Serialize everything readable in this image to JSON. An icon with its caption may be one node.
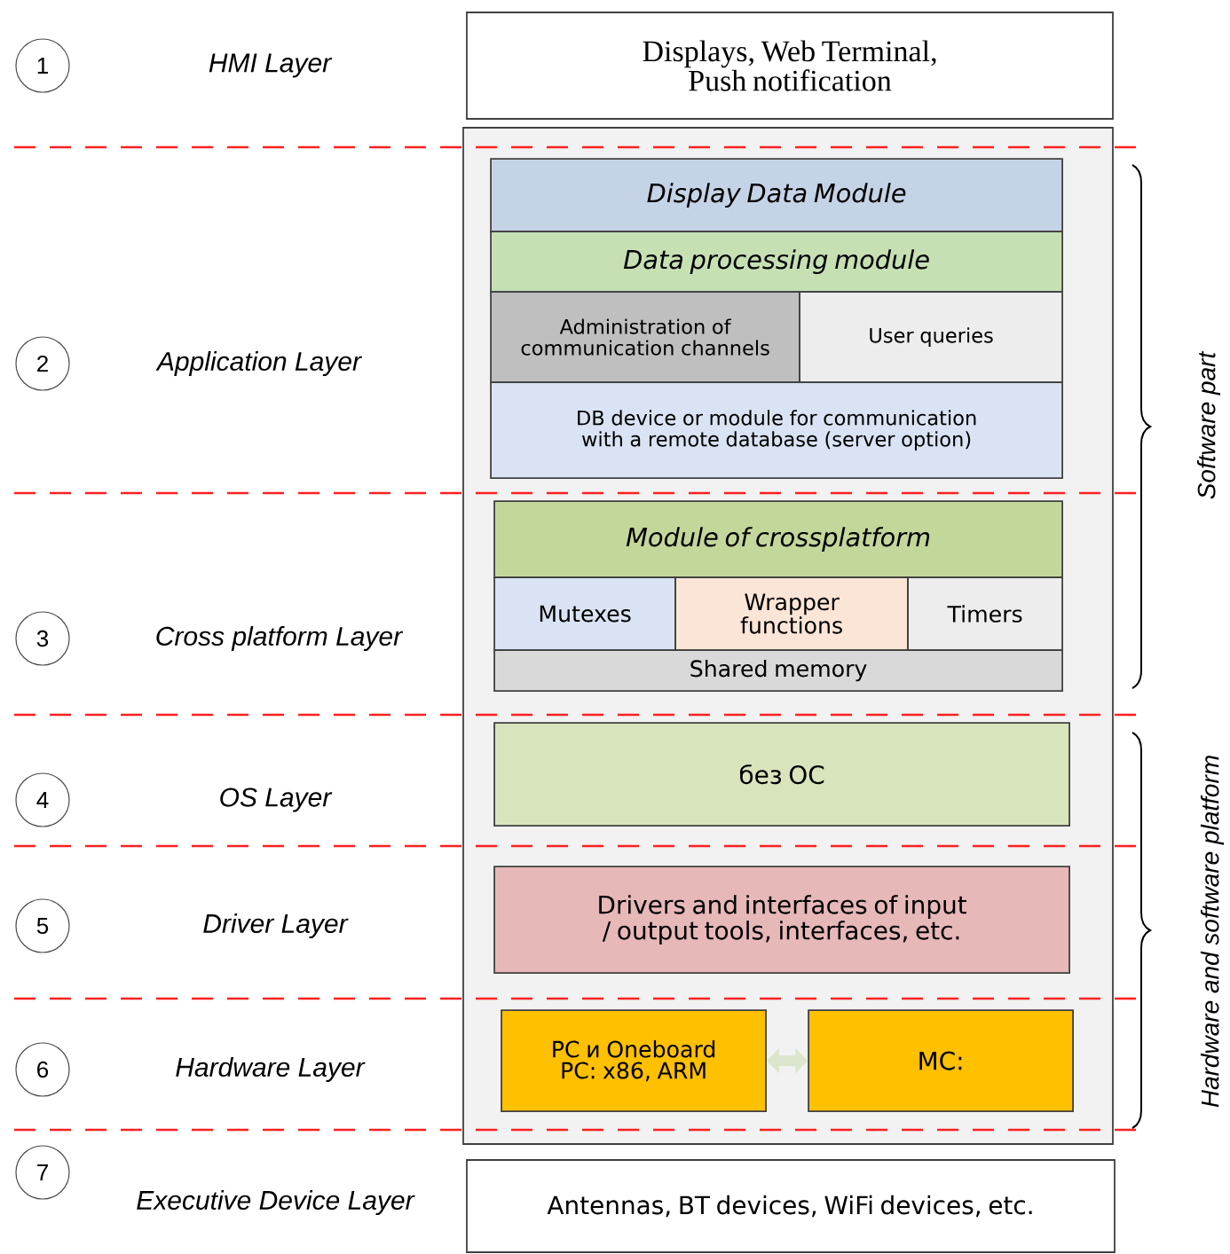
{
  "diagram": {
    "nodes": [
      {
        "text": [
          "1"
        ]
      },
      {
        "text": [
          "Displays, Web Terminal, Push notification"
        ]
      },
      {
        "text": [
          "2"
        ]
      },
      {
        "text": [],
        "shape": "box"
      },
      {
        "text": [
          "Display Data Module"
        ],
        "in": 3
      },
      {
        "text": [
          "Data processing module"
        ],
        "in": 3
      },
      {
        "text": [
          "Administration of communication channels"
        ],
        "in": 3
      },
      {
        "text": [
          "User queries"
        ],
        "in": 3
      },
      {
        "text": [
          "DB device or module for communication with a remote database (server option)"
        ],
        "in": 3
      },
      {
        "text": [
          "3"
        ]
      },
      {
        "text": [
          "Module of crossplatform"
        ],
        "in": 3
      },
      {
        "text": [
          "Mutexes"
        ],
        "in": 3
      },
      {
        "text": [
          "Wrapper functions"
        ],
        "in": 3
      },
      {
        "text": [
          "Timers"
        ],
        "in": 3
      },
      {
        "text": [
          "Shared memory"
        ],
        "in": 3
      },
      {
        "text": [
          "4"
        ]
      },
      {
        "text": [
          "без ОС"
        ],
        "in": 3
      },
      {
        "text": [
          "5"
        ]
      },
      {
        "text": [
          "Drivers and interfaces of input / output tools, interfaces, etc."
        ],
        "in": 3
      },
      {
        "text": [
          "6"
        ]
      },
      {
        "text": [
          "PC и Oneboard PC: x86, ARM"
        ],
        "in": 3
      },
      {
        "text": [
          "MC:"
        ],
        "in": 3
      },
      {
        "text": [
          "7"
        ]
      },
      {
        "text": [
          "Antennas, BT devices, WiFi  devices,  etc."
        ]
      }
    ],
    "edges": [
      {
        "from": 20,
        "to": 21,
        "arrow": "both"
      }
    ],
    "labels": [
      "HMI Layer",
      "Application Layer",
      "Software part",
      "Cross platform Layer",
      "OS Layer",
      "Driver Layer",
      "Hardware and software platform",
      "Hardware Layer",
      "Executive Device Layer"
    ]
  }
}
